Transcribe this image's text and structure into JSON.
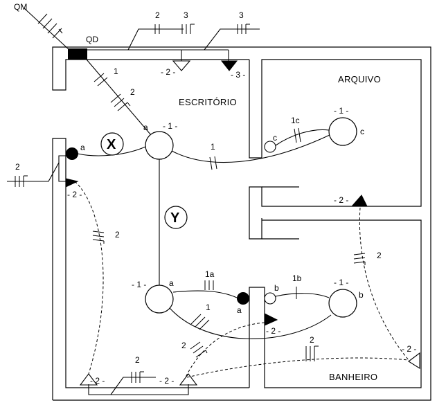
{
  "labels": {
    "qm": "QM",
    "qd": "QD",
    "escritorio": "ESCRITÓRIO",
    "arquivo": "ARQUIVO",
    "banheiro": "BANHEIRO",
    "x": "X",
    "y": "Y"
  },
  "circuits": {
    "c1": "1",
    "c2": "2",
    "c3": "3",
    "c1a": "1a",
    "c1b": "1b",
    "c1c": "1c",
    "ta": "a",
    "tb": "b",
    "tc": "c",
    "p1": "- 1 -",
    "p2": "- 2 -",
    "p3": "- 3 -"
  }
}
